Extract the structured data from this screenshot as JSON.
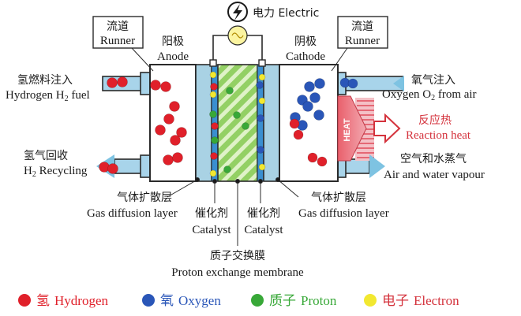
{
  "electric_label": "电力 Electric",
  "runner_left": {
    "cn": "流道",
    "en": "Runner"
  },
  "runner_right": {
    "cn": "流道",
    "en": "Runner"
  },
  "anode": {
    "cn": "阳极",
    "en": "Anode"
  },
  "cathode": {
    "cn": "阴极",
    "en": "Cathode"
  },
  "h2_fuel": {
    "cn": "氢燃料注入",
    "en_pre": "Hydrogen H",
    "en_sub": "2",
    "en_post": " fuel"
  },
  "h2_recycle": {
    "cn": "氢气回收",
    "en_pre": "H",
    "en_sub": "2",
    "en_post": " Recycling"
  },
  "o2_in": {
    "cn": "氧气注入",
    "en_pre": "Oxygen O",
    "en_sub": "2",
    "en_post": " from air"
  },
  "heat_tag": "HEAT",
  "reaction_heat": {
    "cn": "反应热",
    "en": "Reaction heat"
  },
  "air_out": {
    "cn": "空气和水蒸气",
    "en": "Air and water vapour"
  },
  "gdl_left": {
    "cn": "气体扩散层",
    "en": "Gas diffusion layer"
  },
  "gdl_right": {
    "cn": "气体扩散层",
    "en": "Gas diffusion layer"
  },
  "catalyst_left": {
    "cn": "催化剂",
    "en": "Catalyst"
  },
  "catalyst_right": {
    "cn": "催化剂",
    "en": "Catalyst"
  },
  "pem": {
    "cn": "质子交换膜",
    "en": "Proton exchange membrane"
  },
  "legend": [
    {
      "cn": "氢",
      "en": "Hydrogen",
      "color": "#e0202a"
    },
    {
      "cn": "氧",
      "en": "Oxygen",
      "color": "#2a56b8"
    },
    {
      "cn": "质子",
      "en": "Proton",
      "color": "#38a838"
    },
    {
      "cn": "电子",
      "en": "Electron",
      "color": "#f2e830"
    }
  ],
  "colors": {
    "hydrogen": "#e0202a",
    "oxygen": "#2a56b8",
    "proton": "#38a838",
    "electron": "#f2e830",
    "heat": "#e04a5a",
    "heat_text": "#d4323c",
    "pipe": "#a8d4ea",
    "gdl": "#a9d2e4",
    "membrane": "#8fcf5a"
  }
}
